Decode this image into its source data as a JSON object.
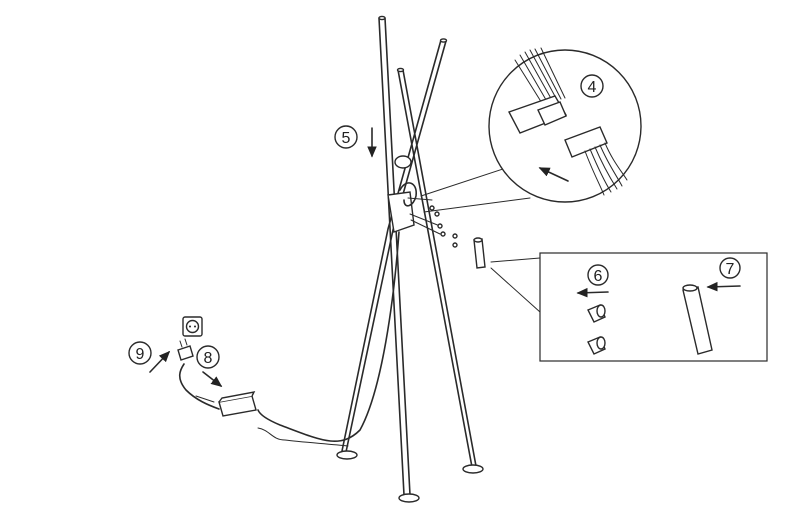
{
  "diagram": {
    "step_labels": {
      "step4": "4",
      "step5": "5",
      "step6": "6",
      "step7": "7",
      "step8": "8",
      "step9": "9"
    },
    "icons": [
      "power-socket-icon",
      "plug-icon",
      "power-adapter-icon"
    ]
  }
}
